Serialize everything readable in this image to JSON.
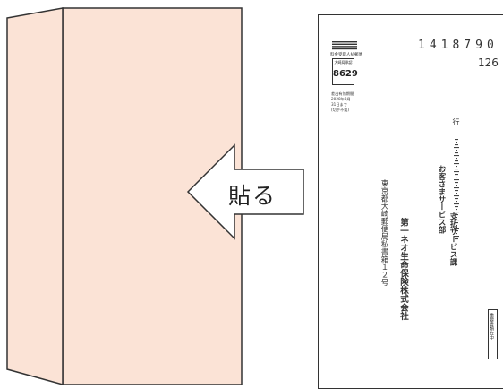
{
  "arrow": {
    "label": "貼る"
  },
  "postcard": {
    "postal_code": "1418790",
    "postal_code_sub": "126",
    "postmark_title": "料金受取人払郵便",
    "stamp_box_office": "大崎局承認",
    "stamp_number": "8629",
    "stamp_note_lines": [
      "差出有効期間",
      "2028年3月",
      "31日まで",
      "(切手不要)"
    ],
    "address": "東京都大崎郵便局私書箱１２号",
    "company": "第一ネオ生命保険株式会社",
    "department_1": "お客さまサービス部",
    "department_2": "支払サービス課",
    "recipient_suffix": "行",
    "status_label": "重要書類在中"
  },
  "colors": {
    "envelope_fill": "#fbe3d6",
    "line": "#333333",
    "background": "#ffffff"
  }
}
